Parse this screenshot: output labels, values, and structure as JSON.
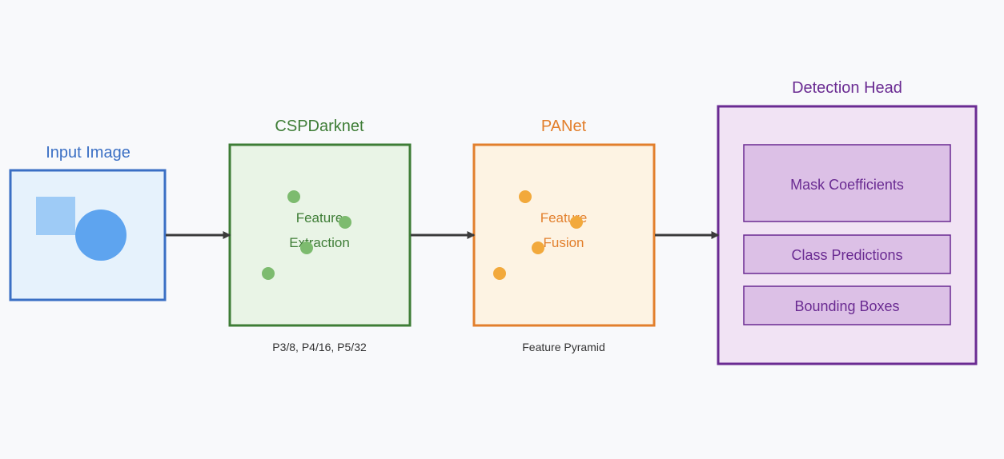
{
  "diagram": {
    "input": {
      "title": "Input Image",
      "color": "#3a6fc4",
      "fill": "#e6f2fc",
      "square_color": "#9ecbf6",
      "circle_color": "#5ea4ef"
    },
    "backbone": {
      "title": "CSPDarknet",
      "label_line1": "Feature",
      "label_line2": "Extraction",
      "caption": "P3/8, P4/16, P5/32",
      "color": "#3e7d36",
      "fill": "#e9f4e6",
      "dot_color": "#7dbb6f"
    },
    "neck": {
      "title": "PANet",
      "label_line1": "Feature",
      "label_line2": "Fusion",
      "caption": "Feature Pyramid",
      "color": "#e27f2c",
      "fill": "#fdf3e3",
      "dot_color": "#f2a93c"
    },
    "head": {
      "title": "Detection Head",
      "color": "#6a2b92",
      "fill": "#f1e3f4",
      "item_fill": "#dcc0e6",
      "items": [
        "Mask Coefficients",
        "Class Predictions",
        "Bounding Boxes"
      ]
    },
    "arrow_color": "#3b3b3b"
  }
}
